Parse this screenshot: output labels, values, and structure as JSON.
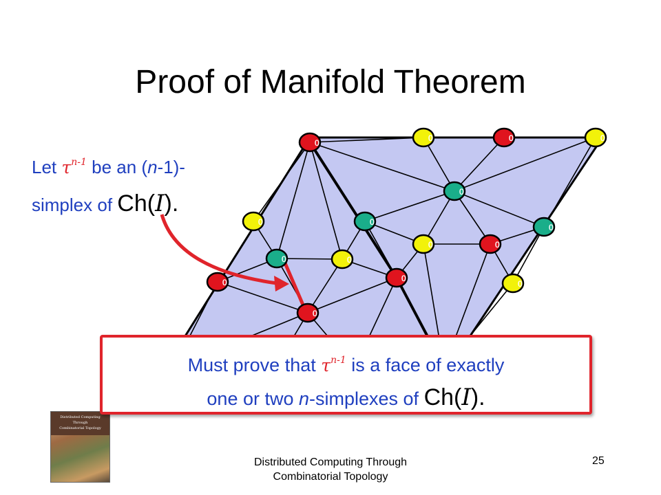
{
  "title": "Proof of Manifold Theorem",
  "left_text": {
    "let": "Let",
    "tau": "τ",
    "tau_sup": "n-1",
    "be_an": " be an (",
    "n": "n",
    "minus_one_close": "-1)-",
    "simplex_of": "simplex of ",
    "ch": "Ch(",
    "I": "I",
    "close": ")."
  },
  "callout": {
    "must_prove": "Must prove that ",
    "tau": "τ",
    "tau_sup": "n-1",
    "is_face": " is a face of exactly",
    "one_or_two": "one or two ",
    "n": "n",
    "simplexes_of": "-simplexes of ",
    "ch": "Ch(",
    "I": "I",
    "close": ")."
  },
  "footer": {
    "line1": "Distributed Computing Through",
    "line2": "Combinatorial Topology",
    "page": "25"
  },
  "book_cover": {
    "line1": "Distributed Computing",
    "line2": "Through",
    "line3": "Combinatorial Topology"
  },
  "vertex_label": "0",
  "colors": {
    "red": "#e0141e",
    "yellow": "#f2f20a",
    "green": "#1aae8a",
    "fill": "#c4c8f2",
    "text_blue": "#1f3fbf",
    "arrow": "#e0242b"
  }
}
